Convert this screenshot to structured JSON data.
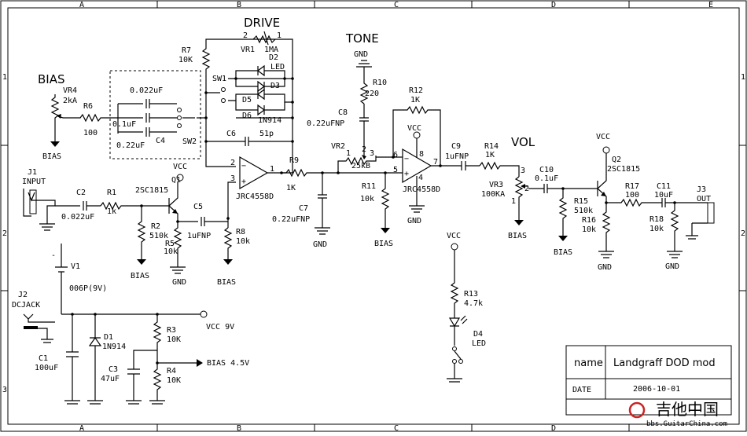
{
  "frame": {
    "columns": [
      "A",
      "B",
      "C",
      "D",
      "E"
    ],
    "rows": [
      "1",
      "2",
      "3"
    ]
  },
  "sections": {
    "bias": "BIAS",
    "drive": "DRIVE",
    "tone": "TONE",
    "vol": "VOL"
  },
  "components": {
    "vr4": {
      "ref": "VR4",
      "value": "2kA"
    },
    "r6": {
      "ref": "R6",
      "value": "100"
    },
    "c_0022": "0.022uF",
    "c_01": "0.1uF",
    "c4": {
      "ref": "C4",
      "value": "0.22uF"
    },
    "sw1": "SW1",
    "sw2": "SW2",
    "r7": {
      "ref": "R7",
      "value": "10K"
    },
    "vr1": {
      "ref": "VR1",
      "value": "1MA",
      "pin1": "1",
      "pin2": "2"
    },
    "d2": {
      "ref": "D2",
      "value": "LED"
    },
    "d3": "D3",
    "d5": "D5",
    "d6": {
      "ref": "D6",
      "value": "1N914"
    },
    "c6": {
      "ref": "C6",
      "value": "51p"
    },
    "j1": {
      "ref": "J1",
      "value": "INPUT"
    },
    "c2": {
      "ref": "C2",
      "value": "0.022uF"
    },
    "r1": {
      "ref": "R1",
      "value": "1k"
    },
    "q1": {
      "ref": "Q1",
      "value": "2SC1815"
    },
    "c5": {
      "ref": "C5",
      "value": "1uFNP"
    },
    "r2": {
      "ref": "R2",
      "value": "510k"
    },
    "r5": {
      "ref": "R5",
      "value": "10k"
    },
    "r8": {
      "ref": "R8",
      "value": "10k"
    },
    "opamp1": {
      "value": "JRC4558D",
      "pin_minus": "2",
      "pin_plus": "3",
      "pin_out": "1"
    },
    "r9": {
      "ref": "R9",
      "value": "1K"
    },
    "c7": {
      "ref": "C7",
      "value": "0.22uFNP"
    },
    "r10": {
      "ref": "R10",
      "value": "220"
    },
    "c8": {
      "ref": "C8",
      "value": "0.22uFNP"
    },
    "vr2": {
      "ref": "VR2",
      "value": "25kB",
      "pin1": "1",
      "pin2": "2",
      "pin3": "3"
    },
    "r11": {
      "ref": "R11",
      "value": "10k"
    },
    "r12": {
      "ref": "R12",
      "value": "1K"
    },
    "opamp2": {
      "value": "JRC4558D",
      "pin_minus": "6",
      "pin_plus": "5",
      "pin_out": "7",
      "pin_vcc": "8",
      "pin_gnd": "4"
    },
    "c9": {
      "ref": "C9",
      "value": "1uFNP"
    },
    "r14": {
      "ref": "R14",
      "value": "1K"
    },
    "vr3": {
      "ref": "VR3",
      "value": "100KA",
      "pin1": "1",
      "pin2": "2",
      "pin3": "3"
    },
    "c10": {
      "ref": "C10",
      "value": "0.1uF"
    },
    "q2": {
      "ref": "Q2",
      "value": "2SC1815"
    },
    "r15": {
      "ref": "R15",
      "value": "510k"
    },
    "r16": {
      "ref": "R16",
      "value": "10k"
    },
    "r17": {
      "ref": "R17",
      "value": "100"
    },
    "c11": {
      "ref": "C11",
      "value": "10uF"
    },
    "r18": {
      "ref": "R18",
      "value": "10k"
    },
    "j3": {
      "ref": "J3",
      "value": "OUT"
    },
    "v1": {
      "ref": "V1",
      "value": "006P(9V)",
      "minus": "-",
      "plus": "+"
    },
    "j2": {
      "ref": "J2",
      "value": "DCJACK"
    },
    "c1": {
      "ref": "C1",
      "value": "100uF"
    },
    "d1": {
      "ref": "D1",
      "value": "1N914"
    },
    "r3": {
      "ref": "R3",
      "value": "10K"
    },
    "c3": {
      "ref": "C3",
      "value": "47uF"
    },
    "r4": {
      "ref": "R4",
      "value": "10K"
    },
    "r13": {
      "ref": "R13",
      "value": "4.7k"
    },
    "d4": {
      "ref": "D4",
      "value": "LED"
    }
  },
  "nets": {
    "vcc": "VCC",
    "gnd": "GND",
    "bias": "BIAS",
    "vcc9": "VCC 9V",
    "bias45": "BIAS 4.5V"
  },
  "title_block": {
    "name_label": "name",
    "name_value": "Landgraff DOD mod",
    "date_label": "DATE",
    "date_value": "2006-10-01"
  },
  "watermark": {
    "text": "吉他中国",
    "sub": "bbs.GuitarChina.com"
  }
}
